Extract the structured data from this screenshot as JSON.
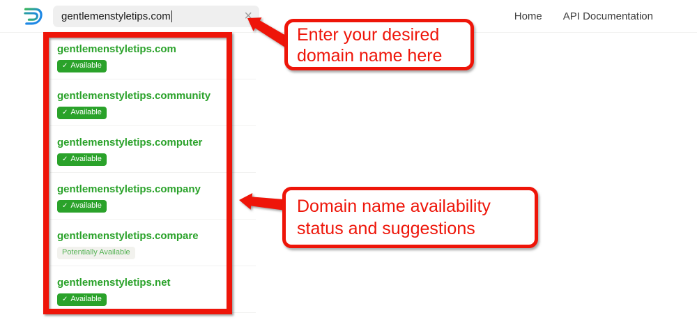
{
  "header": {
    "logo_name": "domainr-logo",
    "search": {
      "value": "gentlemenstyletips.com",
      "clear_glyph": "×"
    },
    "nav": {
      "home": "Home",
      "api_docs": "API Documentation"
    }
  },
  "icons": {
    "check": "✓"
  },
  "results": [
    {
      "domain": "gentlemenstyletips.com",
      "status": "Available",
      "status_type": "available"
    },
    {
      "domain": "gentlemenstyletips.community",
      "status": "Available",
      "status_type": "available"
    },
    {
      "domain": "gentlemenstyletips.computer",
      "status": "Available",
      "status_type": "available"
    },
    {
      "domain": "gentlemenstyletips.company",
      "status": "Available",
      "status_type": "available"
    },
    {
      "domain": "gentlemenstyletips.compare",
      "status": "Potentially Available",
      "status_type": "potential"
    },
    {
      "domain": "gentlemenstyletips.net",
      "status": "Available",
      "status_type": "available"
    }
  ],
  "annotations": {
    "search_note": {
      "line1": "Enter your desired",
      "line2": "domain name here"
    },
    "results_note": {
      "line1": "Domain name availability",
      "line2": "status and suggestions"
    }
  },
  "colors": {
    "brand_green": "#2aa22a",
    "potential_badge_bg": "#f2f2ee",
    "potential_badge_text": "#54b254",
    "annotation_red": "#ee1509",
    "logo_blue": "#1e88e5",
    "logo_green": "#35b45a",
    "search_field_bg": "#efefef"
  }
}
